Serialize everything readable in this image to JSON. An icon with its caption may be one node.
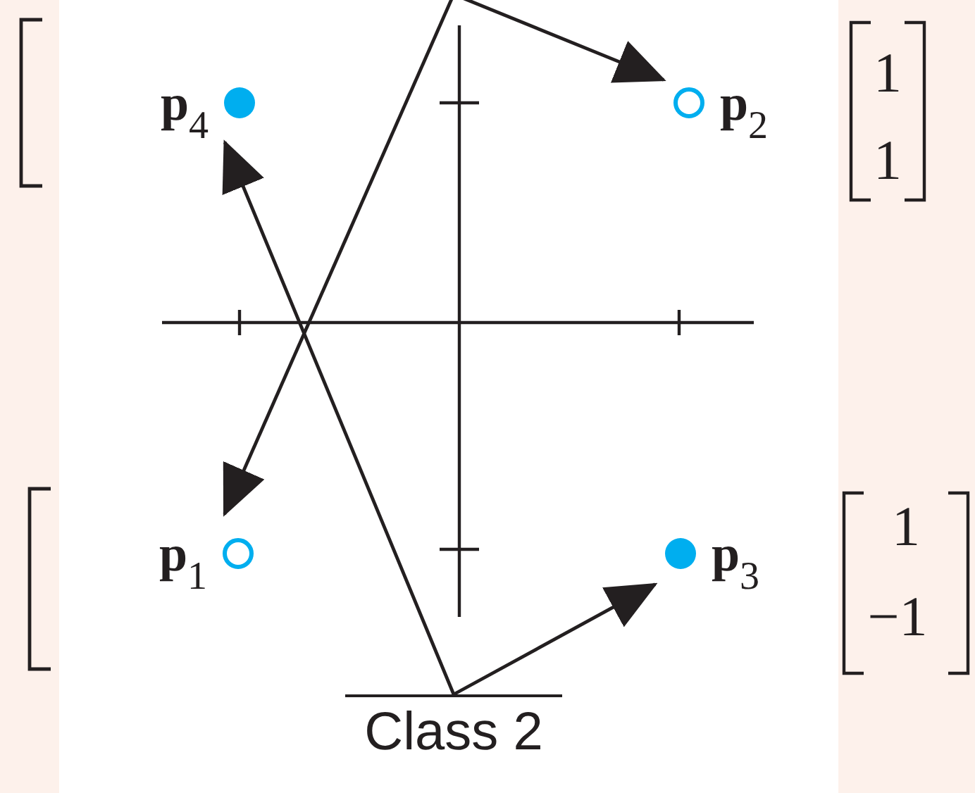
{
  "diagram": {
    "nodes": [
      {
        "text": [
          "**p**$_{4}$"
        ]
      },
      {
        "text": [
          "**p**$_{2}$"
        ]
      },
      {
        "text": [
          "**p**$_{1}$"
        ]
      },
      {
        "text": [
          "**p**$_{3}$"
        ]
      },
      {
        "text": [
          "Class 2"
        ]
      }
    ],
    "edges": [
      {
        "from": null,
        "to": 1,
        "arrow": "to"
      },
      {
        "from": null,
        "to": 2,
        "arrow": "to"
      },
      {
        "from": 4,
        "to": 0,
        "arrow": "to"
      },
      {
        "from": 4,
        "to": 3,
        "arrow": "to"
      }
    ],
    "labels": [
      "1",
      "1",
      "1",
      "−1"
    ]
  }
}
